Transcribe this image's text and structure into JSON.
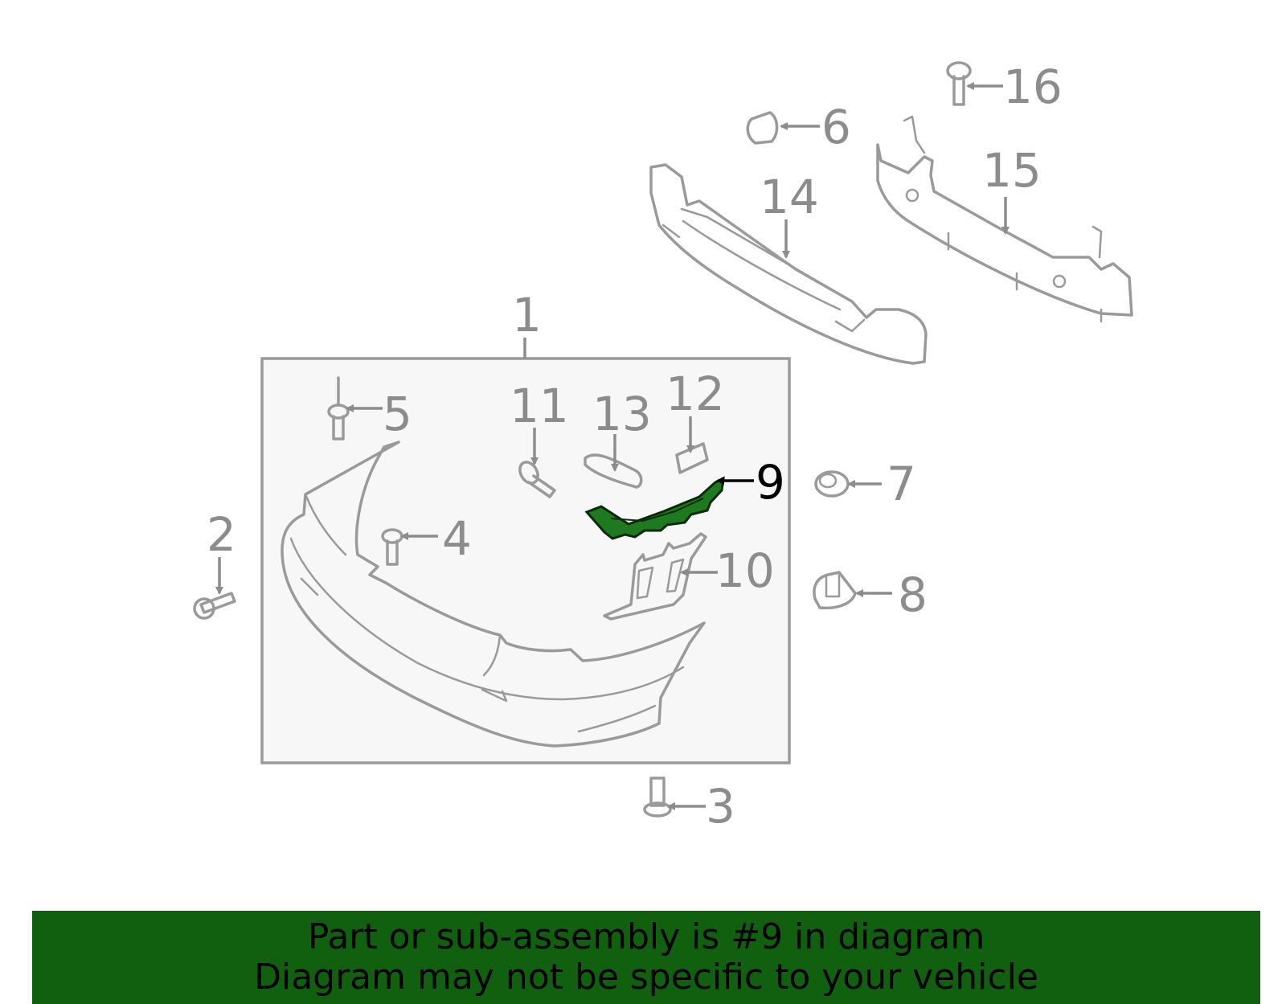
{
  "callouts": [
    {
      "id": "1",
      "text": "1"
    },
    {
      "id": "2",
      "text": "2"
    },
    {
      "id": "3",
      "text": "3"
    },
    {
      "id": "4",
      "text": "4"
    },
    {
      "id": "5",
      "text": "5"
    },
    {
      "id": "6",
      "text": "6"
    },
    {
      "id": "7",
      "text": "7"
    },
    {
      "id": "8",
      "text": "8"
    },
    {
      "id": "9",
      "text": "9"
    },
    {
      "id": "10",
      "text": "10"
    },
    {
      "id": "11",
      "text": "11"
    },
    {
      "id": "12",
      "text": "12"
    },
    {
      "id": "13",
      "text": "13"
    },
    {
      "id": "14",
      "text": "14"
    },
    {
      "id": "15",
      "text": "15"
    },
    {
      "id": "16",
      "text": "16"
    }
  ],
  "highlighted_part": "9",
  "colors": {
    "highlight_fill": "#1f7a1f",
    "banner_background": "#106010",
    "line_gray": "#9a9a9a",
    "box_fill": "#f7f7f7"
  },
  "banner": {
    "line1": "Part or sub-assembly is #9 in diagram",
    "line2": "Diagram may not be specific to your vehicle"
  }
}
